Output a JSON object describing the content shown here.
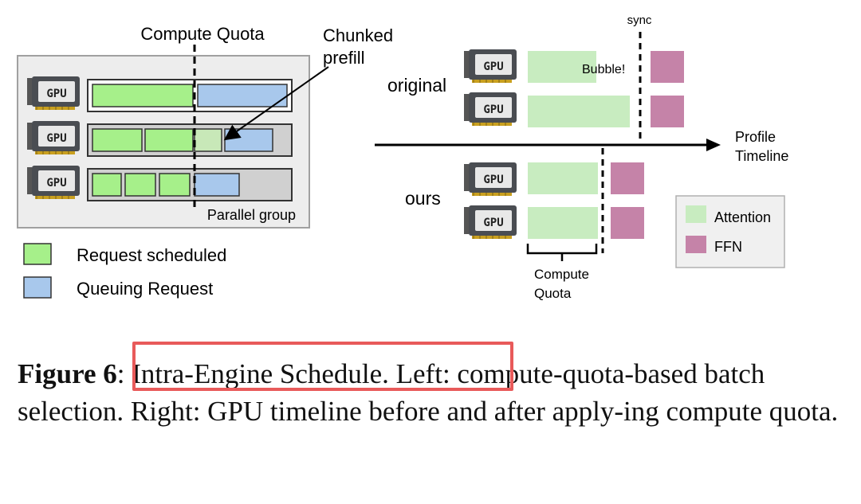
{
  "figure": {
    "left_panel": {
      "compute_quota_label": "Compute Quota",
      "chunked_label_line1": "Chunked",
      "chunked_label_line2": "prefill",
      "gpu_label": "GPU",
      "parallel_group_label": "Parallel group",
      "legend": [
        {
          "label": "Request scheduled",
          "color": "#a6f08a"
        },
        {
          "label": "Queuing Request",
          "color": "#a8c8ec"
        }
      ]
    },
    "right_panel": {
      "sync_label": "sync",
      "bubble_label": "Bubble!",
      "original_label": "original",
      "ours_label": "ours",
      "timeline_label_line1": "Profile",
      "timeline_label_line2": "Timeline",
      "compute_quota_line1": "Compute",
      "compute_quota_line2": "Quota",
      "legend": [
        {
          "label": "Attention",
          "color": "#c8ecc0"
        },
        {
          "label": "FFN",
          "color": "#c583a8"
        }
      ]
    }
  },
  "caption": {
    "figure_label": "Figure 6",
    "highlighted_text": ": Intra-Engine Schedule. Left",
    "rest_text": ": compute-quota-based batch selection. Right: GPU timeline before and after apply-ing compute quota."
  },
  "colors": {
    "scheduled": "#a6f08a",
    "queuing": "#a8c8ec",
    "attention": "#c8ecc0",
    "ffn": "#c583a8",
    "highlight": "#e85a5a"
  }
}
